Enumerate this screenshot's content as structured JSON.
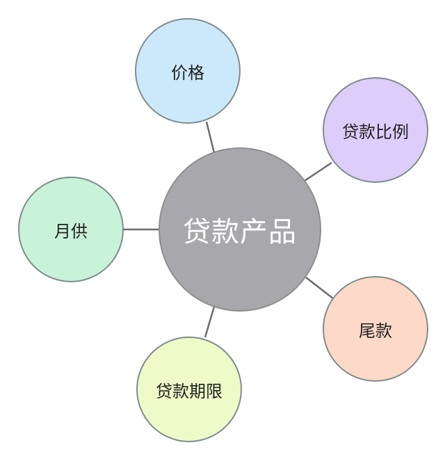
{
  "diagram": {
    "type": "mind-map",
    "center": {
      "label": "贷款产品",
      "fill": "#a8a7ab"
    },
    "nodes": [
      {
        "id": "price",
        "label": "价格",
        "fill": "#cce9fc"
      },
      {
        "id": "loan-ratio",
        "label": "贷款比例",
        "fill": "#dccdfa"
      },
      {
        "id": "monthly-payment",
        "label": "月供",
        "fill": "#c8f3d8"
      },
      {
        "id": "loan-term",
        "label": "贷款期限",
        "fill": "#eefbc9"
      },
      {
        "id": "balloon-payment",
        "label": "尾款",
        "fill": "#fcd9c8"
      }
    ]
  }
}
